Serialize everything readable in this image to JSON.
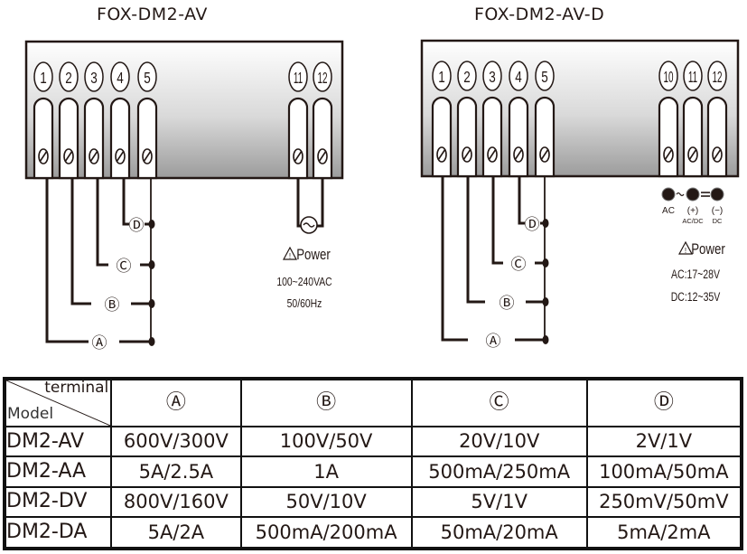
{
  "diagrams": [
    {
      "title": "FOX-DM2-AV",
      "terminals": [
        "1",
        "2",
        "3",
        "4",
        "5",
        "11",
        "12"
      ],
      "inputs": [
        "Ⓓ",
        "Ⓒ",
        "Ⓑ",
        "Ⓐ"
      ],
      "power": {
        "symbol": "~",
        "label": "Power",
        "lines": [
          "100~240VAC",
          "50/60Hz"
        ]
      }
    },
    {
      "title": "FOX-DM2-AV-D",
      "terminals": [
        "1",
        "2",
        "3",
        "4",
        "5",
        "10",
        "11",
        "12"
      ],
      "inputs": [
        "Ⓓ",
        "Ⓒ",
        "Ⓑ",
        "Ⓐ"
      ],
      "power": {
        "pins": [
          "AC",
          "(+)",
          "(−)"
        ],
        "pin_sublabels": [
          "AC/DC",
          "DC"
        ],
        "label": "Power",
        "lines": [
          "AC:17~28V",
          "DC:12~35V"
        ]
      }
    }
  ],
  "table": {
    "corner_top": "terminal",
    "corner_bottom": "Model",
    "headers": [
      "Ⓐ",
      "Ⓑ",
      "Ⓒ",
      "Ⓓ"
    ],
    "rows": [
      {
        "model": "DM2-AV",
        "values": [
          "600V/300V",
          "100V/50V",
          "20V/10V",
          "2V/1V"
        ]
      },
      {
        "model": "DM2-AA",
        "values": [
          "5A/2.5A",
          "1A",
          "500mA/250mA",
          "100mA/50mA"
        ]
      },
      {
        "model": "DM2-DV",
        "values": [
          "800V/160V",
          "50V/10V",
          "5V/1V",
          "250mV/50mV"
        ]
      },
      {
        "model": "DM2-DA",
        "values": [
          "5A/2A",
          "500mA/200mA",
          "50mA/20mA",
          "5mA/2mA"
        ]
      }
    ]
  },
  "colors": {
    "line": "#231815",
    "panel_top": "#ffffff",
    "panel_bottom": "#9a9a9a"
  }
}
